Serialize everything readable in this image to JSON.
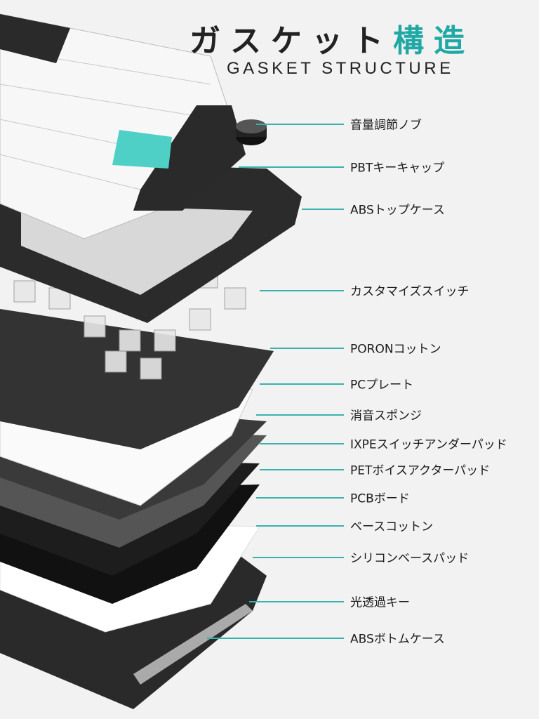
{
  "title": {
    "main": "ガスケット",
    "accent": "構造",
    "subtitle": "GASKET STRUCTURE"
  },
  "accent_color": "#1fa8a4",
  "layers": [
    {
      "label": "音量調節ノブ"
    },
    {
      "label": "PBTキーキャップ"
    },
    {
      "label": "ABSトップケース"
    },
    {
      "label": "カスタマイズスイッチ"
    },
    {
      "label": "PORONコットン"
    },
    {
      "label": "PCプレート"
    },
    {
      "label": "消音スポンジ"
    },
    {
      "label": "IXPEスイッチアンダーパッド"
    },
    {
      "label": "PETボイスアクターパッド"
    },
    {
      "label": "PCBボード"
    },
    {
      "label": "ベースコットン"
    },
    {
      "label": "シリコンベースパッド"
    },
    {
      "label": "光透過キー"
    },
    {
      "label": "ABSボトムケース"
    }
  ]
}
